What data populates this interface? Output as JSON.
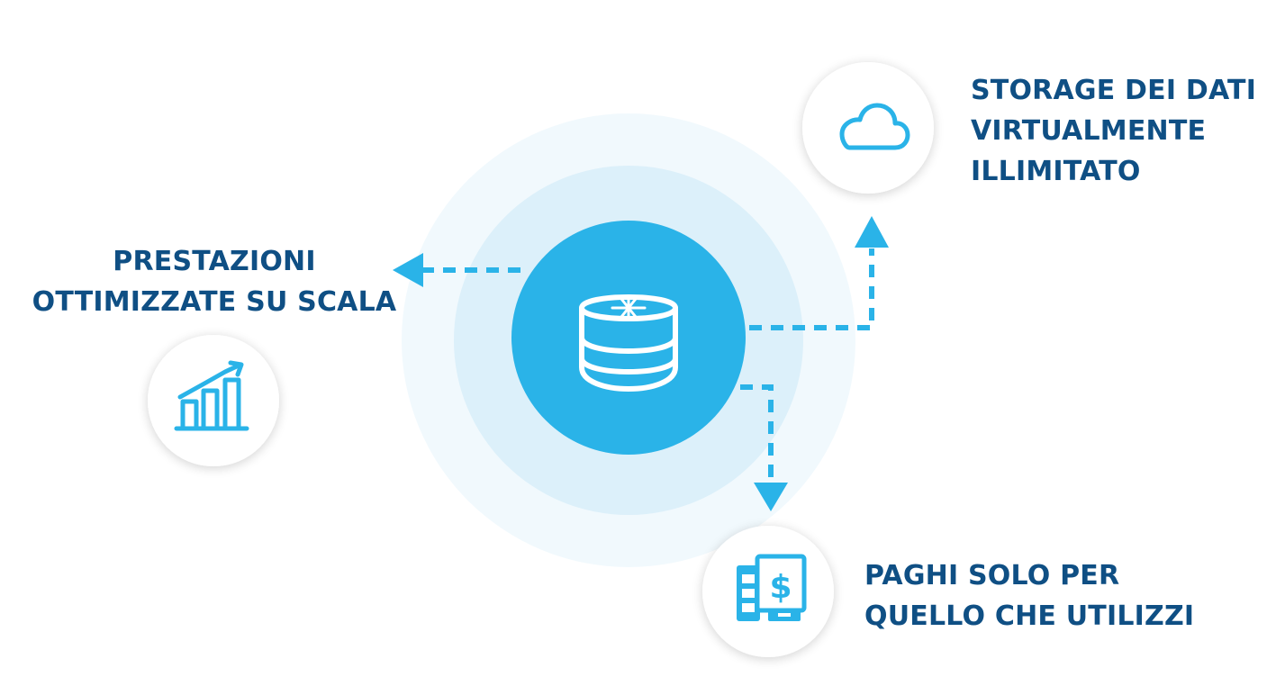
{
  "center": {
    "icon": "snowflake-database-icon",
    "colors": {
      "core": "#2ab3e8",
      "ring_inner": "#dcf0fa",
      "ring_outer": "#f1f9fd",
      "connector": "#2ab3e8",
      "label_text": "#0f4f84"
    }
  },
  "features": [
    {
      "id": "performance",
      "icon": "bar-chart-growth-icon",
      "lines": [
        "PRESTAZIONI",
        "OTTIMIZZATE SU SCALA"
      ]
    },
    {
      "id": "storage",
      "icon": "cloud-icon",
      "lines": [
        "STORAGE DEI DATI",
        "VIRTUALMENTE",
        "ILLIMITATO"
      ]
    },
    {
      "id": "pay",
      "icon": "pay-per-use-icon",
      "lines": [
        "PAGHI SOLO PER",
        "QUELLO CHE UTILIZZI"
      ]
    }
  ]
}
